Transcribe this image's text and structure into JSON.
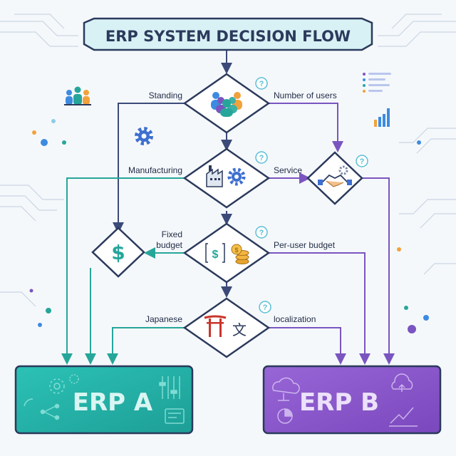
{
  "title": "ERP SYSTEM DECISION FLOW",
  "decisions": [
    {
      "icon": "people-group-icon",
      "left_label": "Standing",
      "right_label": "Number of users"
    },
    {
      "icon": "factory-gear-icon",
      "left_label": "Manufacturing",
      "right_label": "Service"
    },
    {
      "icon": "budget-money-icon",
      "left_label_lines": [
        "Fixed",
        "budget"
      ],
      "right_label": "Per-user budget"
    },
    {
      "icon": "japanese-torii-icon",
      "left_label": "Japanese",
      "right_label": "localization"
    }
  ],
  "side_nodes": [
    {
      "icon": "handshake-icon"
    },
    {
      "icon": "dollar-icon"
    }
  ],
  "outcomes": [
    {
      "label": "ERP A",
      "color": "#27b3aa"
    },
    {
      "label": "ERP B",
      "color": "#8a57c8"
    }
  ],
  "colors": {
    "navy": "#2b3a5c",
    "teal": "#26a69a",
    "purple": "#7a55c0",
    "title_bg": "#d8f1f5"
  }
}
